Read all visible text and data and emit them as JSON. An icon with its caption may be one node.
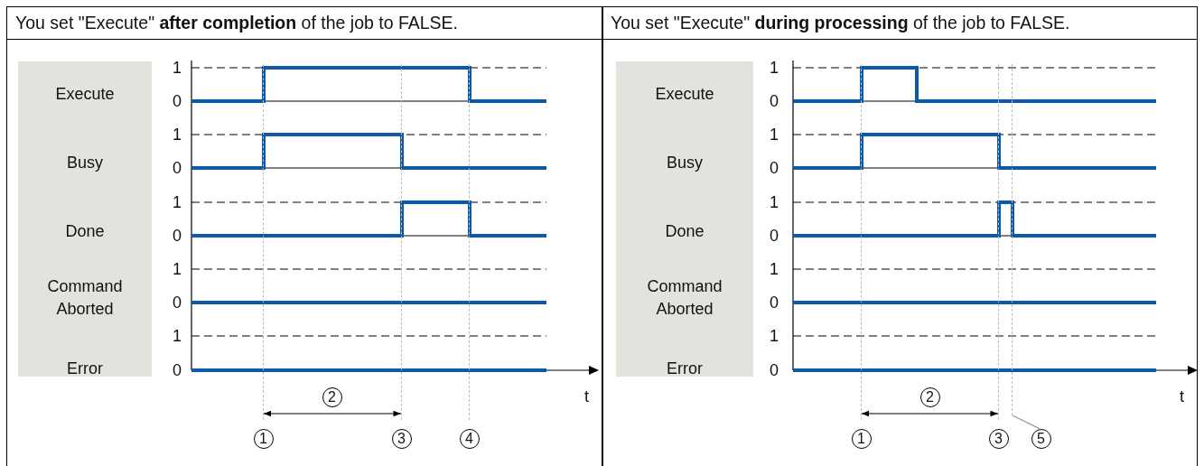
{
  "diagram": {
    "nodes": [
      {
        "text": [
          "You set \"Execute\" **after completion** of the job to FALSE."
        ]
      },
      {
        "text": [
          "Execute",
          "Busy",
          "Done",
          "Command Aborted",
          "Error"
        ],
        "in": 0
      },
      {
        "text": [
          "2"
        ],
        "in": 0
      },
      {
        "text": [
          "1"
        ],
        "in": 0
      },
      {
        "text": [
          "3"
        ],
        "in": 0
      },
      {
        "text": [
          "4"
        ],
        "in": 0
      },
      {
        "text": [],
        "shape": "line",
        "in": 0
      },
      {
        "text": [],
        "shape": "line",
        "in": 0
      },
      {
        "text": [],
        "shape": "line",
        "in": 0
      },
      {
        "text": [
          "You set \"Execute\" **during processing** of the job to FALSE."
        ]
      },
      {
        "text": [
          "Execute",
          "Busy",
          "Done",
          "Command Aborted",
          "Error"
        ],
        "in": 9
      },
      {
        "text": [
          "2"
        ],
        "in": 9
      },
      {
        "text": [
          "1"
        ],
        "in": 9
      },
      {
        "text": [
          "3"
        ],
        "in": 9
      },
      {
        "text": [
          "5"
        ],
        "in": 9
      },
      {
        "text": [],
        "shape": "line",
        "in": 9
      },
      {
        "text": [],
        "shape": "line",
        "in": 9
      },
      {
        "text": [],
        "shape": "line",
        "in": 9
      }
    ],
    "edges": [
      {
        "from": 6,
        "to": 7,
        "arrow": "both"
      },
      {
        "from": 15,
        "to": 16,
        "arrow": "both"
      },
      {
        "from": 14,
        "to": 17,
        "arrow": "none",
        "color": "#999999"
      }
    ],
    "labels": [
      "1",
      "0",
      "1",
      "0",
      "1",
      "0",
      "1",
      "0",
      "1",
      "0",
      "t",
      "1",
      "0",
      "1",
      "0",
      "1",
      "0",
      "1",
      "0",
      "1",
      "0",
      "t"
    ]
  }
}
